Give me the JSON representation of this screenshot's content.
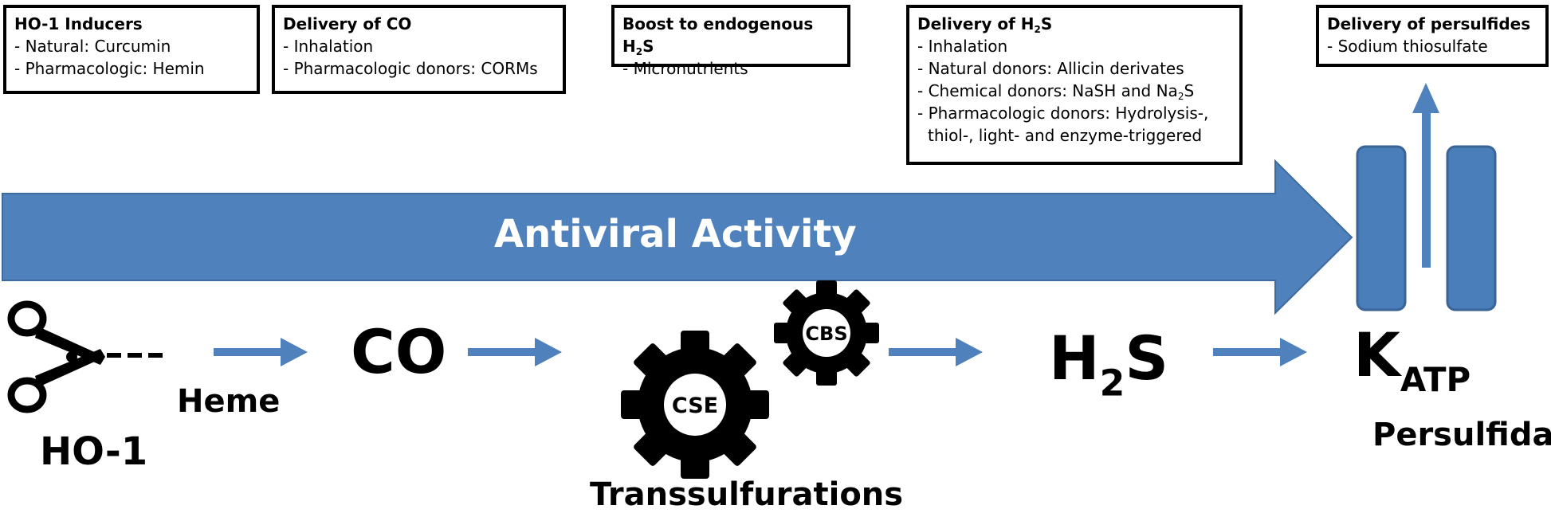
{
  "boxes": {
    "ho1_inducers": {
      "title": "HO-1 Inducers",
      "items": [
        "- Natural: Curcumin",
        "- Pharmacologic: Hemin"
      ]
    },
    "delivery_co": {
      "title": "Delivery of CO",
      "items": [
        "- Inhalation",
        "- Pharmacologic donors: CORMs"
      ]
    },
    "boost_h2s": {
      "title_prefix": "Boost to endogenous H",
      "title_sub": "2",
      "title_suffix": "S",
      "items": [
        "- Micronutrients"
      ]
    },
    "delivery_h2s": {
      "title_prefix": "Delivery of H",
      "title_sub": "2",
      "title_suffix": "S",
      "items": [
        "- Inhalation",
        "- Natural donors: Allicin derivates"
      ],
      "chemical_prefix": "- Chemical donors: NaSH and Na",
      "chemical_sub": "2",
      "chemical_suffix": "S",
      "pharma_line1": "- Pharmacologic donors: Hydrolysis-,",
      "pharma_line2": "thiol-, light- and enzyme-triggered"
    },
    "delivery_persulfides": {
      "title": "Delivery of persulfides",
      "items": [
        "- Sodium thiosulfate"
      ]
    }
  },
  "banner": {
    "label": "Antiviral Activity"
  },
  "pathway": {
    "heme": "Heme",
    "ho1": "HO-1",
    "co": "CO",
    "h2s_prefix": "H",
    "h2s_sub": "2",
    "h2s_suffix": "S",
    "katp_prefix": "K",
    "katp_sub": "ATP",
    "persulfidation": "Persulfidation",
    "transsulfurations": "Transsulfurations",
    "gear_large": "CSE",
    "gear_small": "CBS"
  },
  "colors": {
    "accent_blue": "#4f81bd",
    "channel_blue": "#4a7ebb",
    "ink": "#000000"
  },
  "icons": {
    "scissors": "scissors-icon",
    "gears": "gear-icon",
    "channel": "ion-channel-icon"
  }
}
